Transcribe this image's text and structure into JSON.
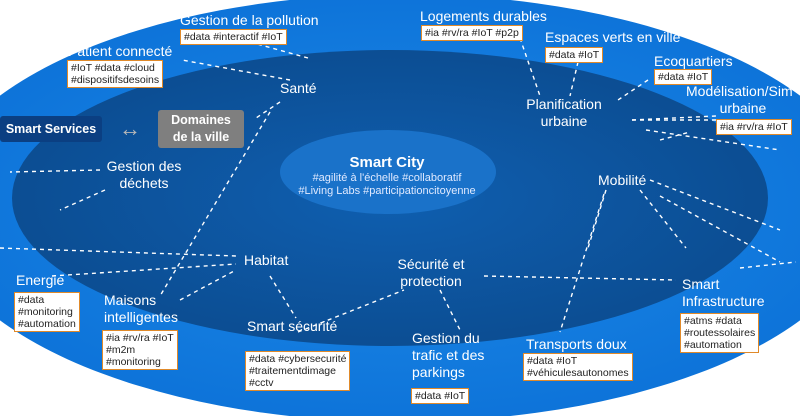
{
  "core": {
    "title": "Smart City",
    "tags_line1": "#agilité à l'échelle #collaboratif",
    "tags_line2": "#Living Labs #participationcitoyenne"
  },
  "legend": {
    "left_label": "Smart Services",
    "right_label_line1": "Domaines",
    "right_label_line2": "de la ville",
    "arrow": "↔"
  },
  "domains": {
    "sante": "Santé",
    "planification_line1": "Planification",
    "planification_line2": "urbaine",
    "gestion_dechets_line1": "Gestion des",
    "gestion_dechets_line2": "déchets",
    "mobilite": "Mobilité",
    "habitat": "Habitat",
    "securite_line1": "Sécurité et",
    "securite_line2": "protection"
  },
  "services": {
    "gestion_pollution": {
      "label": "Gestion de la pollution",
      "tags": [
        "#data #interactif #IoT"
      ]
    },
    "patient_connecte": {
      "label": "Patient connecté",
      "tags": [
        "#IoT #data #cloud",
        "#dispositifsdesoins"
      ]
    },
    "logements_durables": {
      "label": "Logements durables",
      "tags": [
        "#ia #rv/ra #IoT #p2p"
      ]
    },
    "espaces_verts": {
      "label": "Espaces verts en ville",
      "tags": [
        "#data #IoT"
      ]
    },
    "ecoquartiers": {
      "label": "Ecoquartiers",
      "tags": [
        "#data #IoT"
      ]
    },
    "modelisation": {
      "label_line1": "Modélisation/Sim",
      "label_line2": "urbaine",
      "tags": [
        "#ia #rv/ra #IoT"
      ]
    },
    "energie": {
      "label": "Energie",
      "tags": [
        "#data",
        "#monitoring",
        "#automation"
      ]
    },
    "maisons_intelligentes": {
      "label_line1": "Maisons",
      "label_line2": "intelligentes",
      "tags": [
        "#ia #rv/ra #IoT",
        "#m2m",
        "#monitoring"
      ]
    },
    "smart_securite": {
      "label": "Smart sécurité",
      "tags": [
        "#data #cybersecurité",
        "#traitementdimage",
        "#cctv"
      ]
    },
    "gestion_trafic": {
      "label_line1": "Gestion du",
      "label_line2": "trafic et des",
      "label_line3": "parkings",
      "tags": [
        "#data #IoT"
      ]
    },
    "transports_doux": {
      "label": "Transports doux",
      "tags": [
        "#data #IoT",
        "#véhiculesautonomes"
      ]
    },
    "smart_infrastructure": {
      "label_line1": "Smart",
      "label_line2": "Infrastructure",
      "tags": [
        "#atms #data",
        "#routessolaires",
        "#automation"
      ]
    }
  },
  "colors": {
    "outer_ellipse": "#0a6fd6",
    "inner_ellipse": "#0c4d94",
    "core_ellipse": "#1a72c9",
    "tag_border": "#e08a2a",
    "legend_dark": "#0b3f82",
    "legend_grey": "#7f7f7f"
  }
}
